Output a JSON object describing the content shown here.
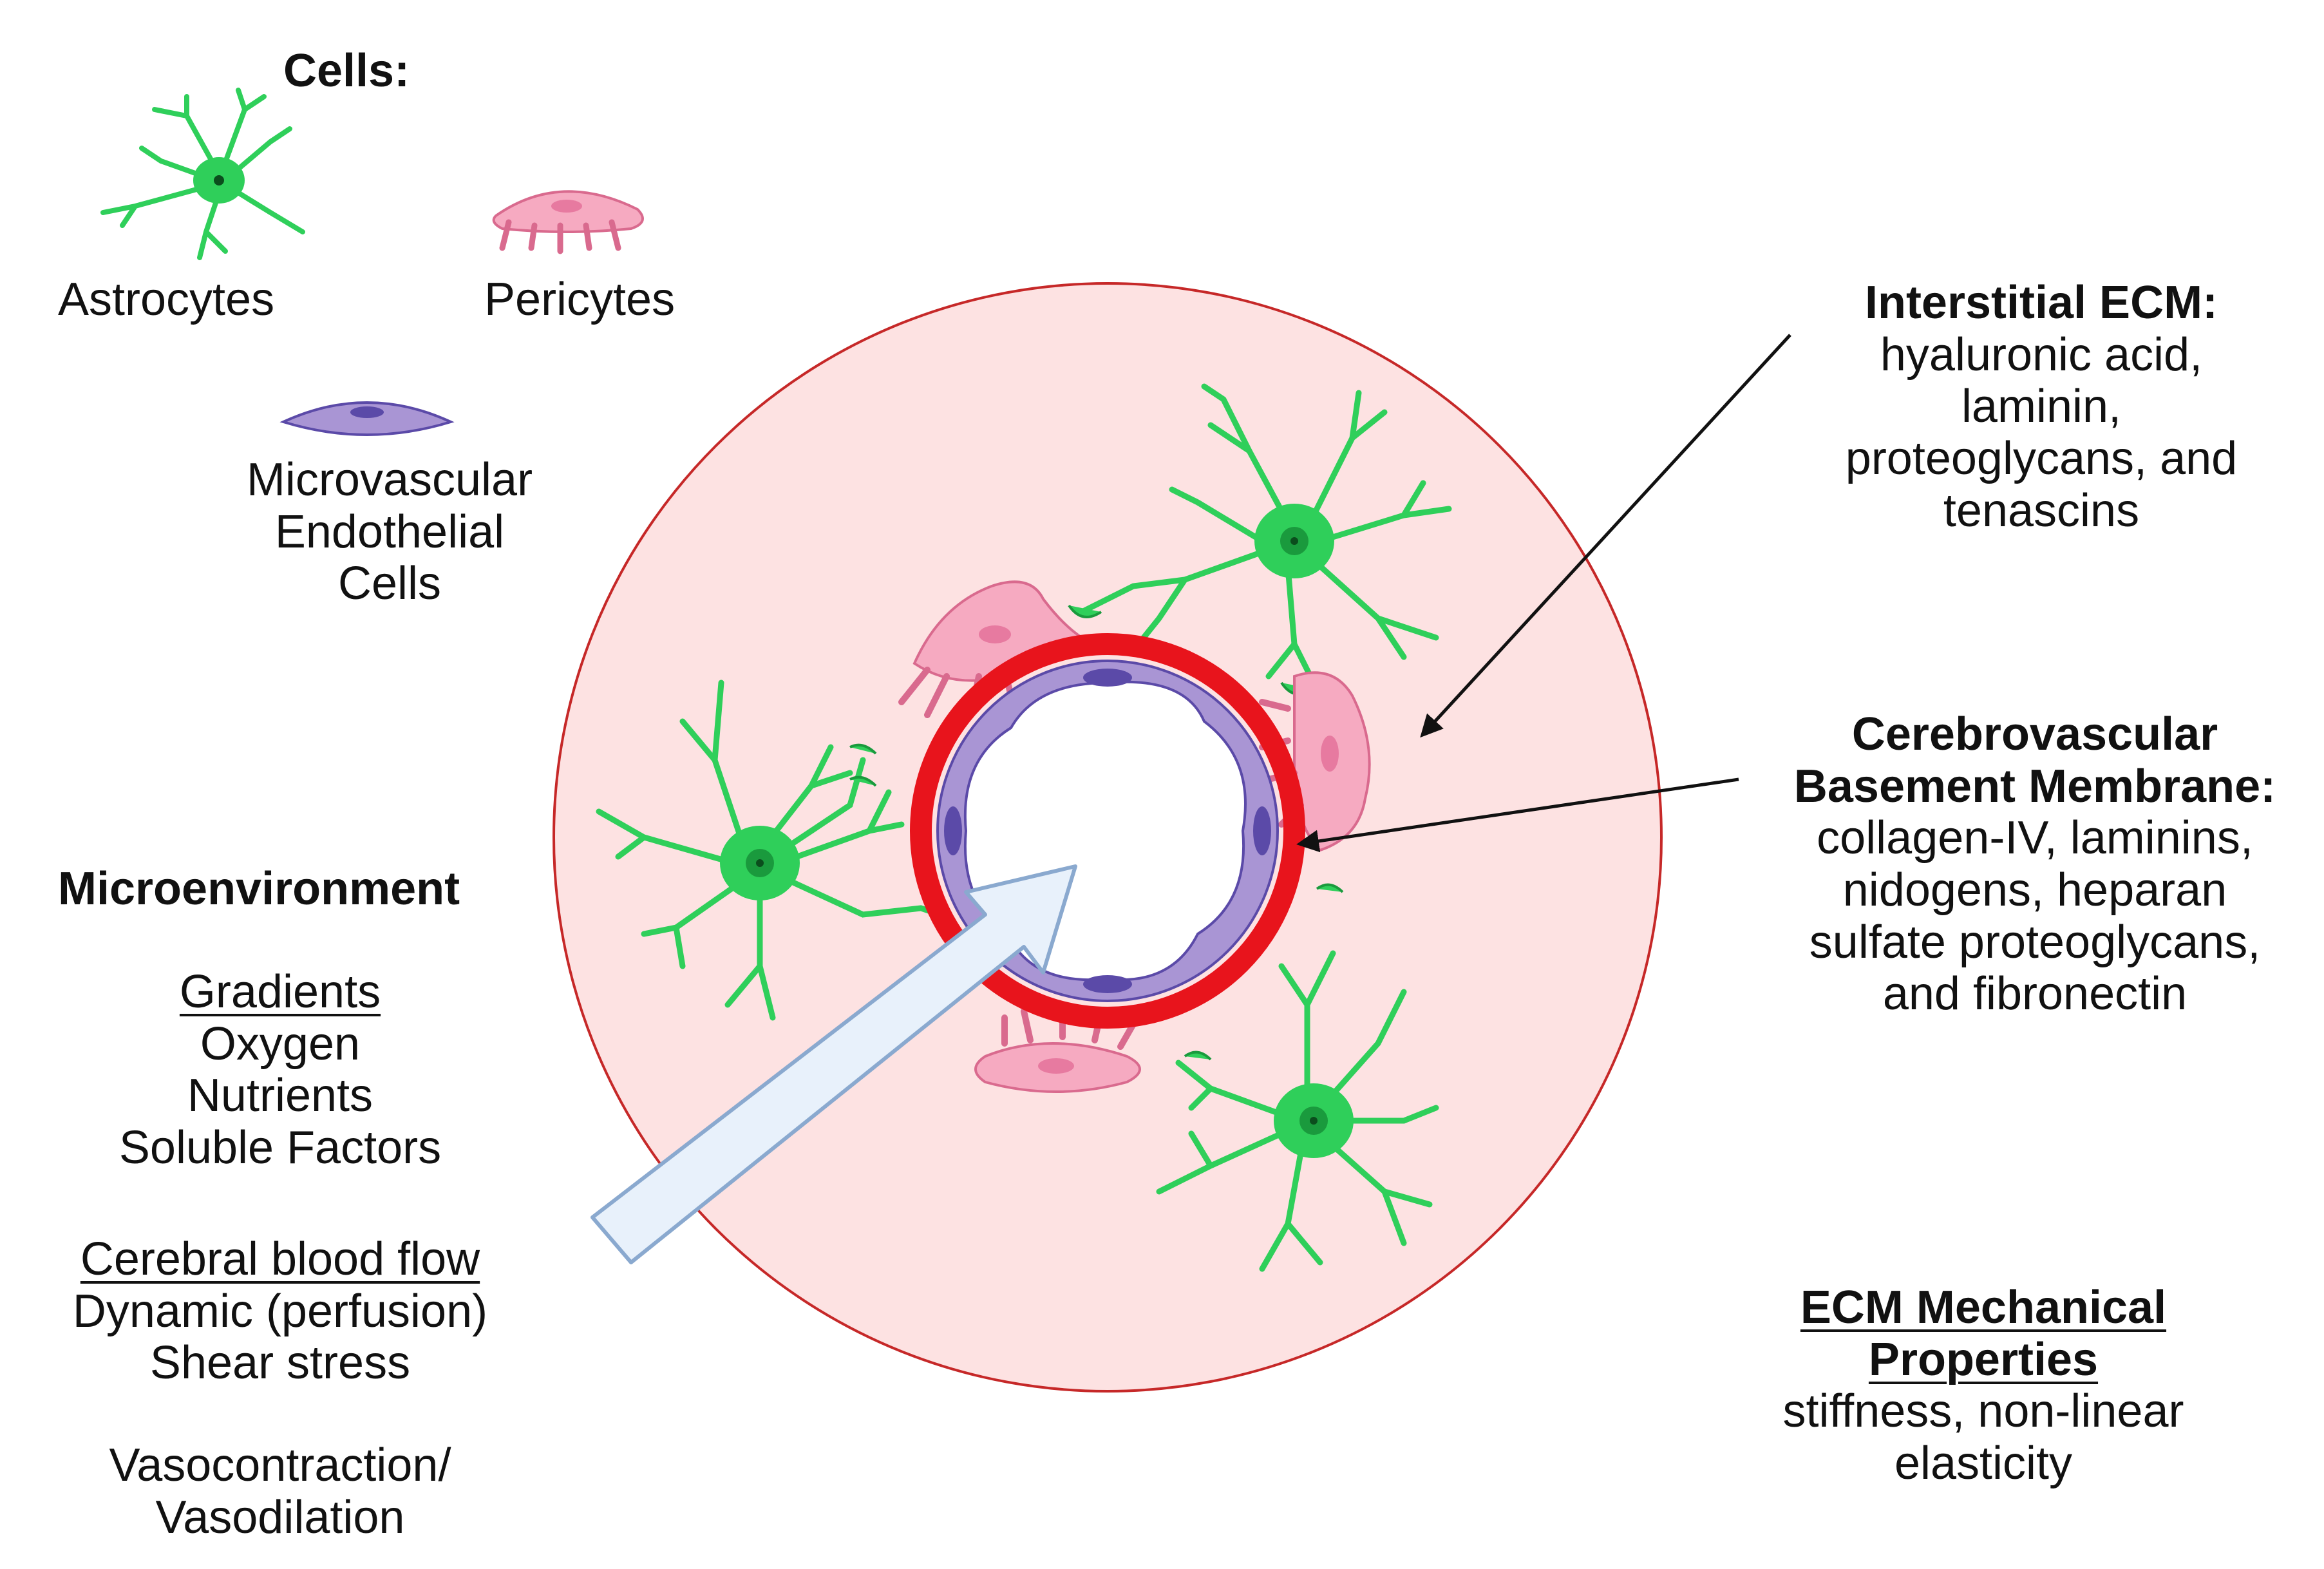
{
  "legend": {
    "title": "Cells:",
    "astrocytes": "Astrocytes",
    "pericytes": "Pericytes",
    "endothelial": [
      "Microvascular",
      "Endothelial",
      "Cells"
    ]
  },
  "microenvironment": {
    "title": "Microenvironment",
    "gradients_heading": "Gradients",
    "gradients": [
      "Oxygen",
      "Nutrients",
      "Soluble Factors"
    ],
    "flow_heading": "Cerebral blood flow",
    "flow": [
      "Dynamic (perfusion)",
      "Shear stress"
    ],
    "vaso": [
      "Vasocontraction/",
      "Vasodilation"
    ]
  },
  "interstitial": {
    "title": "Interstitial ECM:",
    "lines": [
      "hyaluronic acid,",
      "laminin,",
      "proteoglycans, and",
      "tenascins"
    ]
  },
  "basement": {
    "title": [
      "Cerebrovascular",
      "Basement Membrane:"
    ],
    "lines": [
      "collagen-IV, laminins,",
      "nidogens, heparan",
      "sulfate proteoglycans,",
      "and fibronectin"
    ]
  },
  "mechanical": {
    "title": [
      "ECM Mechanical",
      "Properties"
    ],
    "lines": [
      "stiffness, non-linear",
      "elasticity"
    ]
  },
  "colors": {
    "tissue_fill": "#fde2e2",
    "tissue_stroke": "#c62828",
    "vessel_wall": "#e8141c",
    "endothelial_fill": "#a995d4",
    "endothelial_stroke": "#5b4aa8",
    "astrocyte": "#2fcf5a",
    "pericyte": "#f6aac1",
    "flow_arrow_fill": "#e8f1fb",
    "flow_arrow_stroke": "#8aa9cf"
  }
}
